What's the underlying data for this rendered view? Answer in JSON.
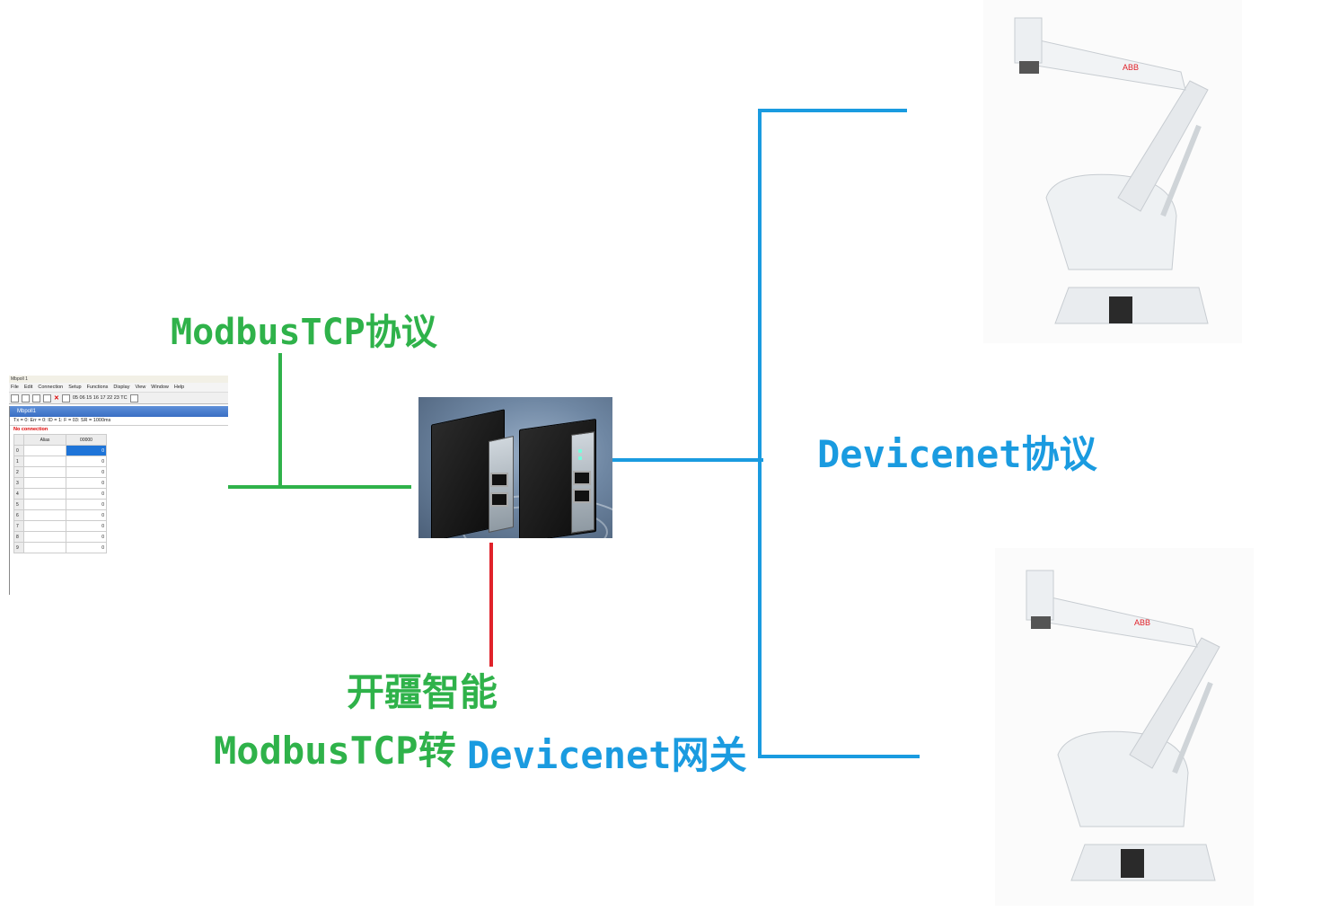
{
  "labels": {
    "modbus_protocol": "ModbusTCP协议",
    "devicenet_protocol": "Devicenet协议",
    "company": "开疆智能",
    "gateway_prefix": "ModbusTCP转",
    "gateway_suffix": "Devicenet网关"
  },
  "modpoll": {
    "title": "Mbpoll 1",
    "menu": [
      "File",
      "Edit",
      "Connection",
      "Setup",
      "Functions",
      "Display",
      "View",
      "Window",
      "Help"
    ],
    "toolbar_codes": "05 06 15 16 17 22 23  TC",
    "window_title": "Mbpoll1",
    "status_line": "Tx = 0: Err = 0: ID = 1: F = 03: SR = 1000ms",
    "error": "No connection",
    "columns": [
      "Alias",
      "00000"
    ],
    "rows": [
      {
        "index": "0",
        "value": "0"
      },
      {
        "index": "1",
        "value": "0"
      },
      {
        "index": "2",
        "value": "0"
      },
      {
        "index": "3",
        "value": "0"
      },
      {
        "index": "4",
        "value": "0"
      },
      {
        "index": "5",
        "value": "0"
      },
      {
        "index": "6",
        "value": "0"
      },
      {
        "index": "7",
        "value": "0"
      },
      {
        "index": "8",
        "value": "0"
      },
      {
        "index": "9",
        "value": "0"
      }
    ]
  },
  "robot_brand": "ABB",
  "colors": {
    "modbus_line": "#2fb24a",
    "devicenet_line": "#1a9be0",
    "power_line": "#e0222a"
  }
}
